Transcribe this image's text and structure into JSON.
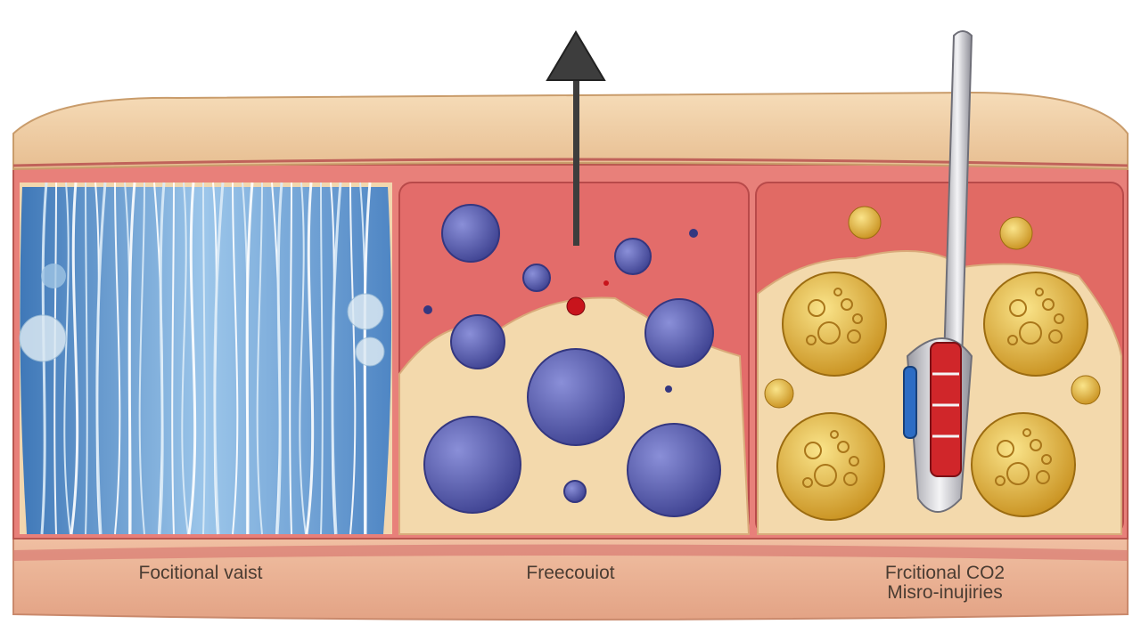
{
  "diagram": {
    "panels": [
      {
        "label": "Focitional vaist"
      },
      {
        "label": "Freecouiot"
      },
      {
        "label_lines": [
          "Frcitional CO2",
          "Misro-inujiries"
        ]
      }
    ],
    "colors": {
      "epidermis": "#f0cfa6",
      "dermis": "#e8807a",
      "left_tissue": "#6ea4d8",
      "fat": "#f3d9ac",
      "purple_cell": "#5b5fae",
      "gold_cell": "#e3b43c",
      "arrow": "#3d3d3d"
    },
    "icons": [
      "up-arrow-icon",
      "laser-probe-icon"
    ]
  }
}
